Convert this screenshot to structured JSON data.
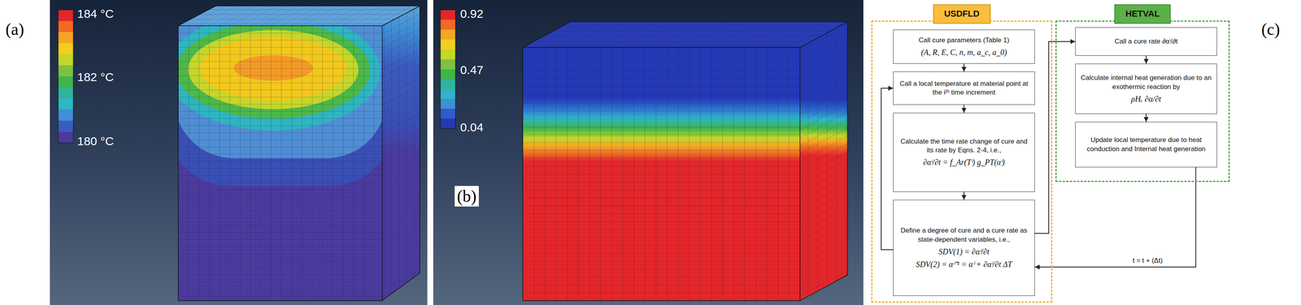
{
  "diagram": {
    "nodes": [
      {
        "text": [
          "USDFLD"
        ]
      },
      {
        "text": [
          "Call cure parameters (Table 1)",
          "(A, R, E, C, n, m, a_c, a_0)"
        ],
        "in": 0
      },
      {
        "text": [
          "Call a local temperature at material point at the iᵗʰ time increment"
        ],
        "in": 0
      },
      {
        "text": [
          "Calculate the time rate change of cure and its rate by Eqns. 2-4, i.e.,",
          "∂αⁱ/∂t = f_Ar(Tⁱ) g_PT(αⁱ)"
        ],
        "in": 0
      },
      {
        "text": [
          "Define a degree of cure and a cure rate as state-dependent variables, i.e.,",
          "SDV(1) = ∂αⁱ/∂t",
          "SDV(2) = αⁱ⁺¹ = αⁱ + ∂αⁱ/∂t ΔT"
        ],
        "in": 0
      },
      {
        "text": [
          "HETVAL"
        ]
      },
      {
        "text": [
          "Call a cure rate ∂αⁱ/∂t"
        ],
        "in": 5
      },
      {
        "text": [
          "Calculate internal heat generation due to an exothermic reaction by",
          "ρHᵣ ∂α/∂t"
        ],
        "in": 5
      },
      {
        "text": [
          "Update local temperature due to heat conduction and Internal heat generation"
        ],
        "in": 5
      }
    ],
    "edges": [
      {
        "from": 1,
        "to": 2,
        "arrow": "to"
      },
      {
        "from": 2,
        "to": 3,
        "arrow": "to"
      },
      {
        "from": 3,
        "to": 4,
        "arrow": "to"
      },
      {
        "from": 4,
        "to": 2,
        "arrow": "to"
      },
      {
        "from": 4,
        "to": 6,
        "arrow": "to"
      },
      {
        "from": 6,
        "to": 7,
        "arrow": "to"
      },
      {
        "from": 7,
        "to": 8,
        "arrow": "to"
      },
      {
        "from": 8,
        "to": 4,
        "label": "t = t + (Δt)",
        "arrow": "to"
      }
    ],
    "labels": [
      "(a)",
      "184 °C",
      "182 °C",
      "180 °C",
      "0.92",
      "0.47",
      "0.04",
      "(b)",
      "(c)"
    ]
  }
}
